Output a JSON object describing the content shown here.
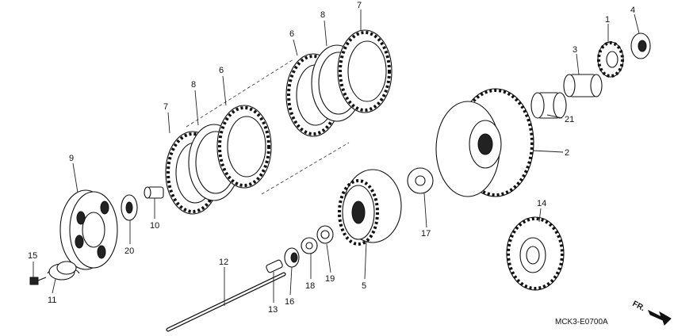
{
  "diagram": {
    "code": "MCK3-E0700A",
    "direction_label": "FR.",
    "callouts": [
      {
        "id": "p1",
        "text": "1"
      },
      {
        "id": "p2",
        "text": "2"
      },
      {
        "id": "p3",
        "text": "3"
      },
      {
        "id": "p4",
        "text": "4"
      },
      {
        "id": "p5",
        "text": "5"
      },
      {
        "id": "p6a",
        "text": "6"
      },
      {
        "id": "p6b",
        "text": "6"
      },
      {
        "id": "p7a",
        "text": "7"
      },
      {
        "id": "p7b",
        "text": "7"
      },
      {
        "id": "p8a",
        "text": "8"
      },
      {
        "id": "p8b",
        "text": "8"
      },
      {
        "id": "p9",
        "text": "9"
      },
      {
        "id": "p10",
        "text": "10"
      },
      {
        "id": "p11",
        "text": "11"
      },
      {
        "id": "p12",
        "text": "12"
      },
      {
        "id": "p13",
        "text": "13"
      },
      {
        "id": "p14",
        "text": "14"
      },
      {
        "id": "p15",
        "text": "15"
      },
      {
        "id": "p16",
        "text": "16"
      },
      {
        "id": "p17",
        "text": "17"
      },
      {
        "id": "p18",
        "text": "18"
      },
      {
        "id": "p19",
        "text": "19"
      },
      {
        "id": "p20",
        "text": "20"
      },
      {
        "id": "p21",
        "text": "21"
      }
    ]
  }
}
